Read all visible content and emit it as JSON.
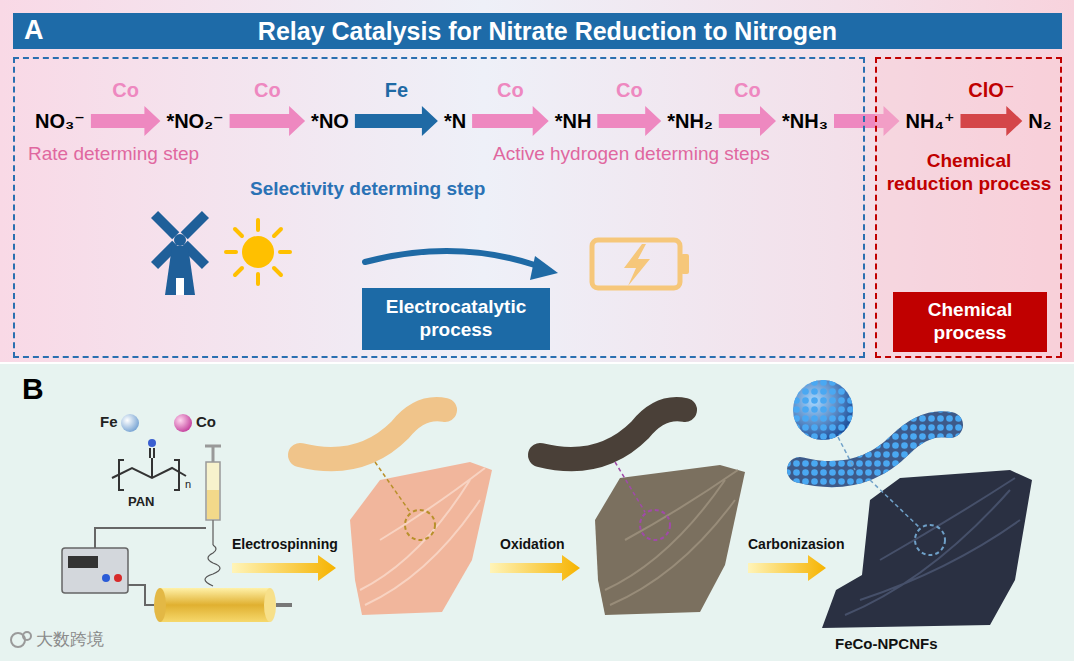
{
  "diagram": {
    "title": "Relay Catalysis for Nitrate Reduction to Nitrogen",
    "nodes": [
      {
        "text": [
          "Rate determing step",
          "Active hydrogen determing steps",
          "Selectivity determing step"
        ]
      },
      {
        "text": [
          "NO₃⁻"
        ],
        "in": 0
      },
      {
        "text": [
          "*NO₂⁻"
        ],
        "in": 0
      },
      {
        "text": [
          "*NO"
        ],
        "in": 0
      },
      {
        "text": [
          "*N"
        ],
        "in": 0
      },
      {
        "text": [
          "*NH"
        ],
        "in": 0
      },
      {
        "text": [
          "*NH₂"
        ],
        "in": 0
      },
      {
        "text": [
          "*NH₃"
        ],
        "in": 0
      },
      {
        "text": [
          "Electrocatalytic process"
        ],
        "in": 0
      },
      {
        "text": [
          "Chemical reduction process"
        ]
      },
      {
        "text": [
          "NH₄⁺"
        ],
        "in": 9
      },
      {
        "text": [
          "N₂"
        ],
        "in": 9
      },
      {
        "text": [
          "Chemical process"
        ],
        "in": 9
      }
    ],
    "edges": [
      {
        "from": 1,
        "to": 2,
        "arrow": "to",
        "label": "Co"
      },
      {
        "from": 2,
        "to": 3,
        "arrow": "to",
        "label": "Co"
      },
      {
        "from": 3,
        "to": 4,
        "arrow": "to",
        "label": "Fe"
      },
      {
        "from": 4,
        "to": 5,
        "arrow": "to",
        "label": "Co"
      },
      {
        "from": 5,
        "to": 6,
        "arrow": "to",
        "label": "Co"
      },
      {
        "from": 6,
        "to": 7,
        "arrow": "to",
        "label": "Co"
      },
      {
        "from": 7,
        "to": 10,
        "arrow": "to"
      },
      {
        "from": 10,
        "to": 11,
        "arrow": "to",
        "label": "ClO⁻"
      }
    ],
    "labels": [
      "A",
      "B",
      "Fe",
      "Co",
      "PAN",
      "n",
      "Electrospinning",
      "Oxidation",
      "Carbonizasion",
      "FeCo-NPCNFs",
      "大数跨境"
    ]
  }
}
